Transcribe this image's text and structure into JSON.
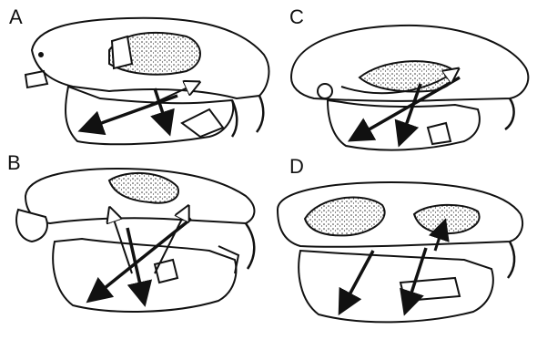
{
  "figure": {
    "panels": [
      {
        "label": "A"
      },
      {
        "label": "B"
      },
      {
        "label": "C"
      },
      {
        "label": "D"
      }
    ]
  },
  "colors": {
    "ink": "#111111",
    "paper": "#ffffff",
    "stipple": "#333333"
  }
}
